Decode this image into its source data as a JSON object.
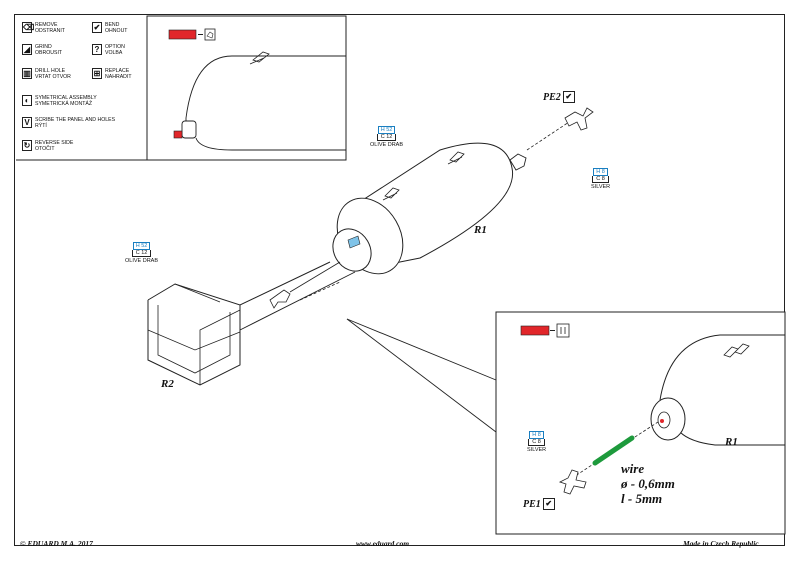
{
  "legend": [
    {
      "icon": "remove-icon",
      "glyph": "⌫",
      "lines": [
        "REMOVE",
        "ODSTRANIT"
      ]
    },
    {
      "icon": "bend-icon",
      "glyph": "✔",
      "lines": [
        "BEND",
        "OHNOUT"
      ]
    },
    {
      "icon": "grind-icon",
      "glyph": "◢",
      "lines": [
        "GRIND",
        "OBROUSIT"
      ]
    },
    {
      "icon": "option-icon",
      "glyph": "?",
      "lines": [
        "OPTION",
        "VOLBA"
      ]
    },
    {
      "icon": "drill-hole-icon",
      "glyph": "▥",
      "lines": [
        "DRILL HOLE",
        "VRTAT OTVOR"
      ]
    },
    {
      "icon": "replace-icon",
      "glyph": "⊞",
      "lines": [
        "REPLACE",
        "NAHRADIT"
      ]
    },
    {
      "icon": "symetrical-assembly-icon",
      "glyph": "◐",
      "lines": [
        "SYMETRICAL ASSEMBLY",
        "SYMETRICKÁ MONTÁŽ"
      ]
    },
    {
      "icon": "scribe-icon",
      "glyph": "V",
      "lines": [
        "SCRIBE THE PANEL AND HOLES",
        "RÝTÍ"
      ]
    },
    {
      "icon": "reverse-side-icon",
      "glyph": "↻",
      "lines": [
        "REVERSE SIDE",
        "OTOČIT"
      ]
    }
  ],
  "paint_codes": {
    "olive_top": {
      "h": "H 52",
      "c": "C 12",
      "name": "OLIVE DRAB"
    },
    "olive_left": {
      "h": "H 52",
      "c": "C 12",
      "name": "OLIVE DRAB"
    },
    "silver_pe2": {
      "h": "H 8",
      "c": "C 8",
      "name": "SILVER"
    },
    "silver_pe1": {
      "h": "H 8",
      "c": "C 8",
      "name": "SILVER"
    }
  },
  "labels": {
    "r1_main": "R1",
    "r2": "R2",
    "r1_detail": "R1",
    "pe2": "PE2",
    "pe1": "PE1"
  },
  "wire": {
    "line1": "wire",
    "line2": "ø - 0,6mm",
    "line3": "l - 5mm"
  },
  "footer": {
    "copyright": "© EDUARD  M.A. 2017",
    "website": "www.eduard.com",
    "origin": "Made in Czech Republic"
  },
  "colors": {
    "paint_red": "#e1262a",
    "wire_green": "#1d9a3c",
    "code_blue": "#1a7fc1",
    "part_blue": "#7fc3e8"
  }
}
